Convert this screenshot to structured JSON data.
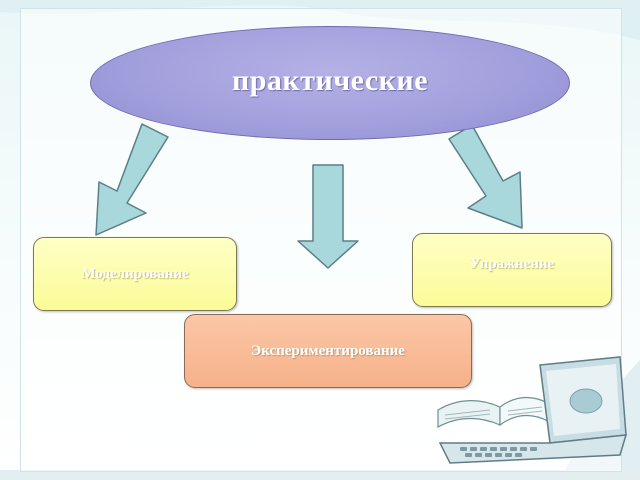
{
  "diagram": {
    "root_label": "практические",
    "children": [
      {
        "label": "Моделирование"
      },
      {
        "label": "Упражнение"
      },
      {
        "label": "Экспериментирование"
      }
    ]
  },
  "colors": {
    "oval_fill": "#a19edc",
    "box_yellow": "#fbfb98",
    "box_orange": "#f6b189",
    "arrow_fill": "#a8d8dc",
    "arrow_stroke": "#5b7f86"
  }
}
